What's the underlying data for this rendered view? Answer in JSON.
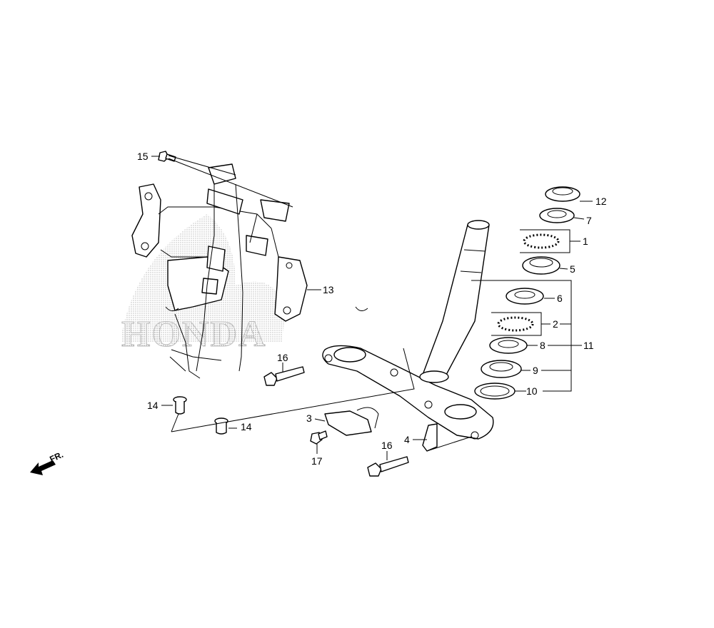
{
  "diagram": {
    "watermark_text": "HONDA",
    "direction_label": "FR.",
    "callouts": {
      "c1": "1",
      "c2": "2",
      "c3": "3",
      "c4": "4",
      "c5": "5",
      "c6": "6",
      "c7": "7",
      "c8": "8",
      "c9": "9",
      "c10": "10",
      "c11": "11",
      "c12": "12",
      "c13": "13",
      "c14a": "14",
      "c14b": "14",
      "c15": "15",
      "c16a": "16",
      "c16b": "16",
      "c17": "17"
    }
  }
}
